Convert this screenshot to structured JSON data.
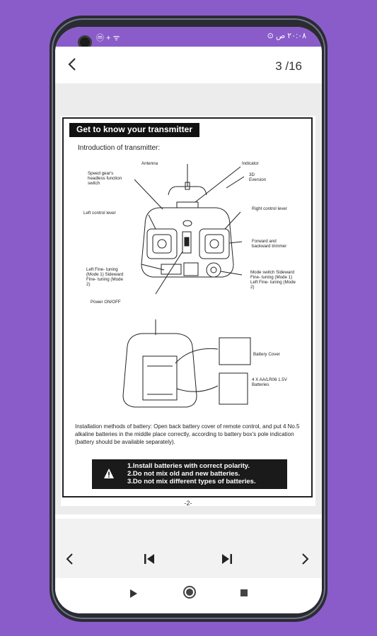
{
  "status": {
    "left": "ⓜ +  ᯤ",
    "right": "⊙  ٢٠:٠٨ ص"
  },
  "appbar": {
    "page_counter": "3 /16"
  },
  "doc": {
    "heading": "Get to know your transmitter",
    "subheading": "Introduction of transmitter:",
    "labels": {
      "antenna": "Antenna",
      "indicator": "Indicator",
      "speed_gear": "Speed gear's headless function switch",
      "d3_eversion": "3D Eversion",
      "left_lever": "Left control lever",
      "right_lever": "Right control lever",
      "fwd_trimmer": "Forward and backward trimmer",
      "left_fine": "Left Fine- tuning (Mode 1) Sideward Fine- tuning (Mode 2)",
      "mode_switch": "Mode switch Sideward Fine- tuning (Mode 1) Left Fine- tuning (Mode 2)",
      "power": "Power ON/OFF",
      "battery_cover": "Battery Cover",
      "batteries": "4 X AA/LR06 1.5V Batteries"
    },
    "paragraph": "Installation methods of battery: Open back battery cover of remote control, and put 4 No.5 alkaline batteries in the middle place correctly, according to battery box's pole indication (battery should be available separately).",
    "warnings": [
      "1.Install batteries with correct polarity.",
      "2.Do not mix old and new batteries.",
      "3.Do not mix different types of batteries."
    ],
    "page_number": "-2-"
  },
  "icons": {
    "back": "arrow-left-icon",
    "prev": "chevron-left-icon",
    "first": "skip-previous-icon",
    "last": "skip-next-icon",
    "next": "chevron-right-icon",
    "play": "play-icon",
    "home": "home-circle-icon",
    "stop": "stop-square-icon"
  }
}
